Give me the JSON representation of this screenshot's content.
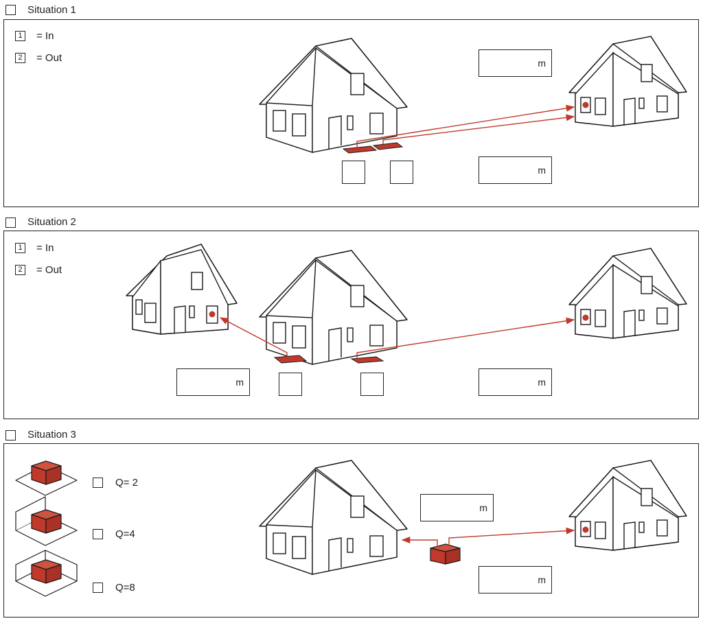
{
  "colors": {
    "accent": "#c0392b",
    "line": "#222222"
  },
  "situations": [
    {
      "label": "Situation 1",
      "legend": [
        {
          "key": "1",
          "text": "= In"
        },
        {
          "key": "2",
          "text": "= Out"
        }
      ],
      "distance_units": [
        "m",
        "m"
      ]
    },
    {
      "label": "Situation 2",
      "legend": [
        {
          "key": "1",
          "text": "= In"
        },
        {
          "key": "2",
          "text": "= Out"
        }
      ],
      "distance_units": [
        "m",
        "m"
      ]
    },
    {
      "label": "Situation 3",
      "options": [
        {
          "text": "Q= 2"
        },
        {
          "text": "Q=4"
        },
        {
          "text": "Q=8"
        }
      ],
      "distance_units": [
        "m",
        "m"
      ]
    }
  ]
}
